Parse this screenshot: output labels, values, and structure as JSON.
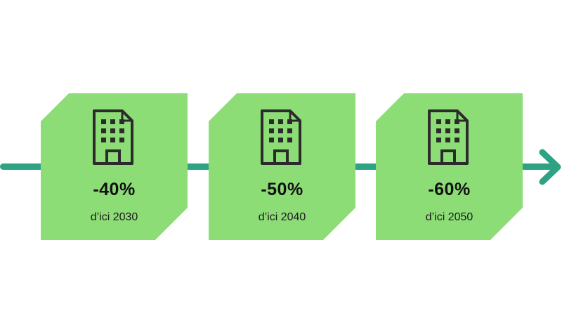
{
  "colors": {
    "background": "#ffffff",
    "card": "#8ddd77",
    "timeline": "#2ea383",
    "text": "#111111"
  },
  "milestones": [
    {
      "icon": "building-icon",
      "value": "-40%",
      "caption": "d’ici 2030"
    },
    {
      "icon": "building-icon",
      "value": "-50%",
      "caption": "d’ici 2040"
    },
    {
      "icon": "building-icon",
      "value": "-60%",
      "caption": "d’ici 2050"
    }
  ]
}
